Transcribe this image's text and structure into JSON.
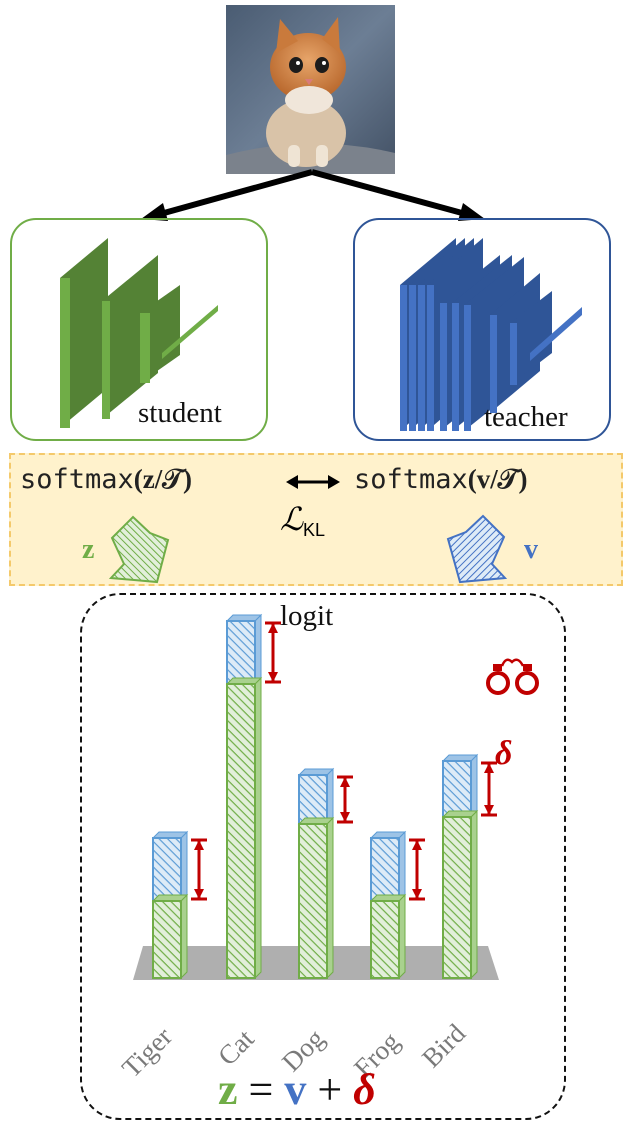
{
  "student": {
    "label": "student"
  },
  "teacher": {
    "label": "teacher"
  },
  "softmax": {
    "left_fn": "softmax",
    "left_arg": "(z/𝒯)",
    "right_fn": "softmax",
    "right_arg": "(v/𝒯)",
    "loss_symbol": "ℒ",
    "loss_sub": "KL"
  },
  "arrows": {
    "student_symbol": "z",
    "teacher_symbol": "v"
  },
  "logit": {
    "label": "logit",
    "delta_symbol": "δ"
  },
  "equation": {
    "z": "z",
    "eq": "=",
    "v": "v",
    "plus": "+",
    "delta": "δ"
  },
  "colors": {
    "student": "#70ad47",
    "teacher": "#4472c4",
    "delta": "#c00000"
  },
  "icons": [
    "cat-photo",
    "handcuffs-icon",
    "stacked-layers-icon"
  ],
  "chart_data": {
    "type": "bar",
    "categories": [
      "Tiger",
      "Cat",
      "Dog",
      "Frog",
      "Bird"
    ],
    "series": [
      {
        "name": "z",
        "values": [
          1.1,
          4.2,
          2.2,
          1.1,
          2.3
        ]
      },
      {
        "name": "v",
        "values": [
          2.0,
          5.1,
          2.9,
          2.0,
          3.1
        ]
      }
    ]
  }
}
